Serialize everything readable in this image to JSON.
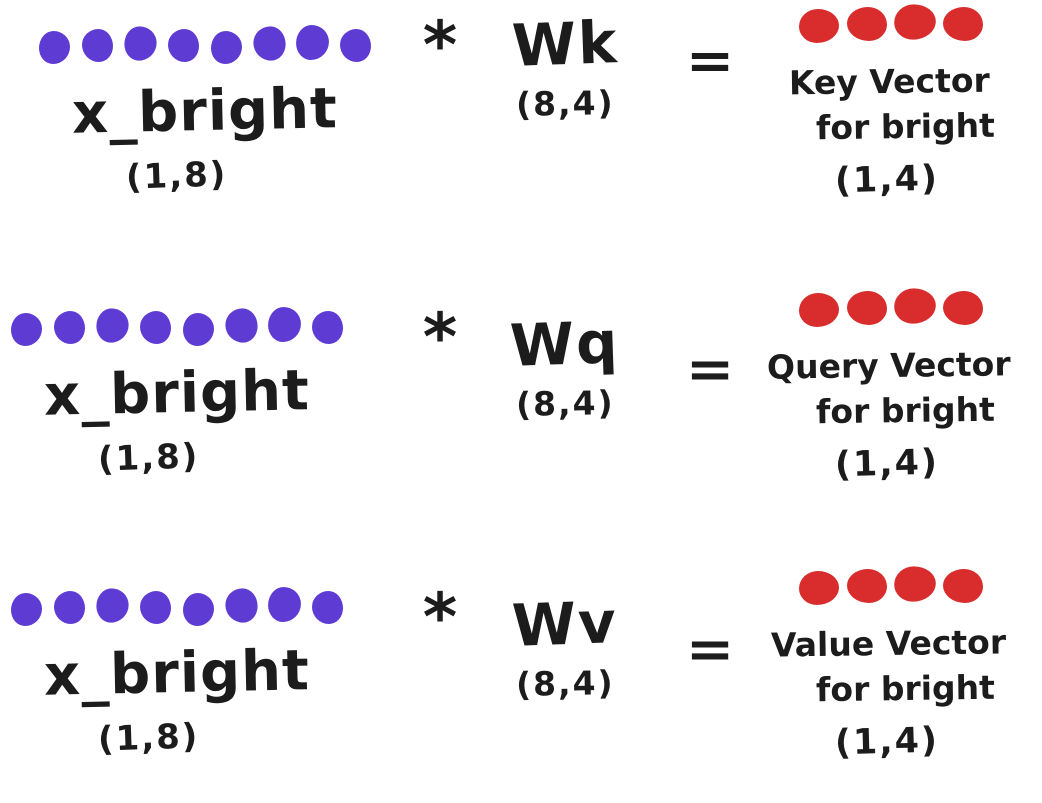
{
  "colors": {
    "ink": "#1c1c1c",
    "input_dot": "#5e3bd3",
    "output_dot": "#d92c2c",
    "background": "#ffffff"
  },
  "rows": [
    {
      "input": {
        "label": "x_bright",
        "shape": "(1,8)",
        "dots": {
          "count": 8,
          "color": "#5e3bd3",
          "icon": "input-embedding-dot"
        }
      },
      "operator": "*",
      "weight": {
        "label": "Wk",
        "shape": "(8,4)"
      },
      "equals": "=",
      "output": {
        "title_line1": "Key Vector",
        "title_line2": "for bright",
        "shape": "(1,4)",
        "dots": {
          "count": 4,
          "color": "#d92c2c",
          "icon": "output-vector-dot"
        }
      }
    },
    {
      "input": {
        "label": "x_bright",
        "shape": "(1,8)",
        "dots": {
          "count": 8,
          "color": "#5e3bd3",
          "icon": "input-embedding-dot"
        }
      },
      "operator": "*",
      "weight": {
        "label": "Wq",
        "shape": "(8,4)"
      },
      "equals": "=",
      "output": {
        "title_line1": "Query Vector",
        "title_line2": "for bright",
        "shape": "(1,4)",
        "dots": {
          "count": 4,
          "color": "#d92c2c",
          "icon": "output-vector-dot"
        }
      }
    },
    {
      "input": {
        "label": "x_bright",
        "shape": "(1,8)",
        "dots": {
          "count": 8,
          "color": "#5e3bd3",
          "icon": "input-embedding-dot"
        }
      },
      "operator": "*",
      "weight": {
        "label": "Wv",
        "shape": "(8,4)"
      },
      "equals": "=",
      "output": {
        "title_line1": "Value Vector",
        "title_line2": "for bright",
        "shape": "(1,4)",
        "dots": {
          "count": 4,
          "color": "#d92c2c",
          "icon": "output-vector-dot"
        }
      }
    }
  ]
}
